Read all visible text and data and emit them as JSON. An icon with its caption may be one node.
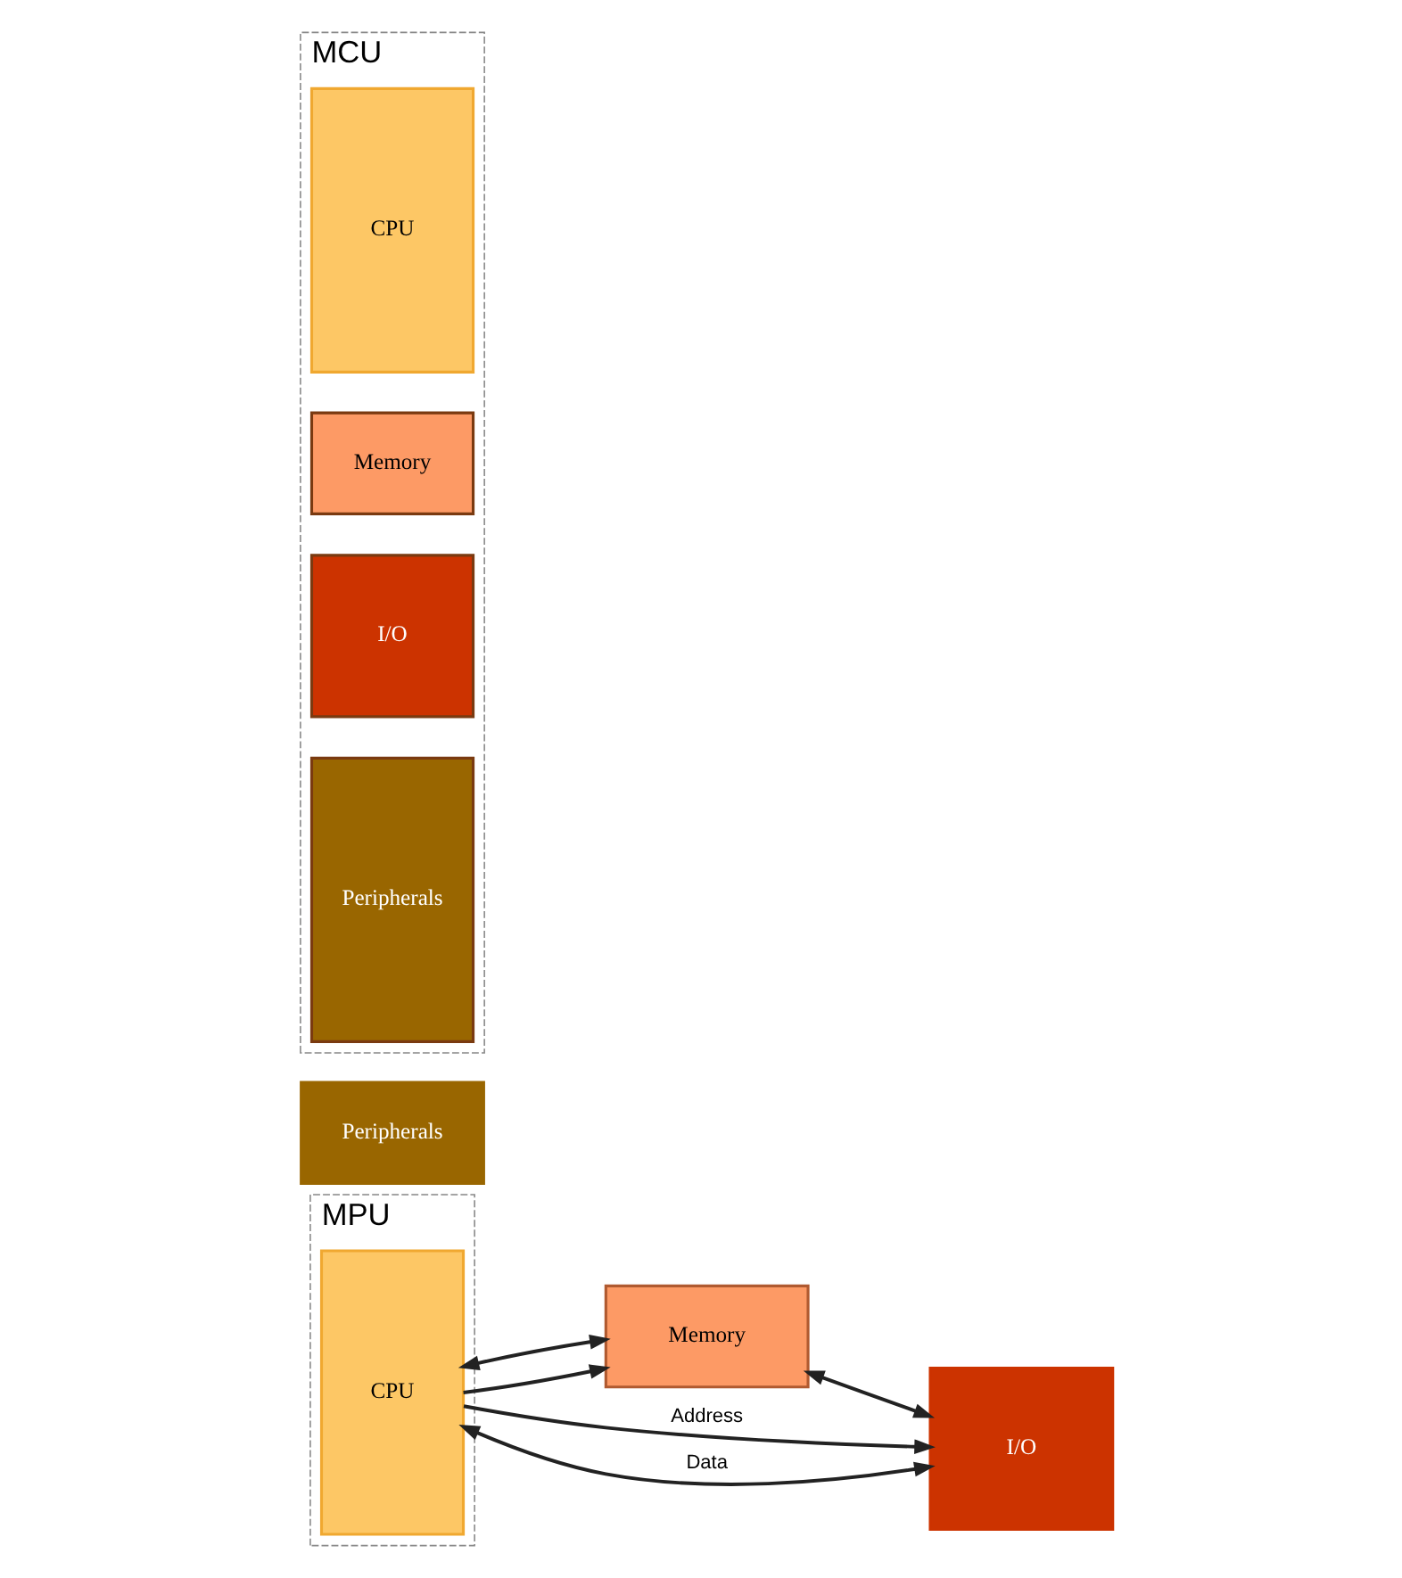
{
  "diagram": {
    "nodes": [
      {
        "text": [
          "MPU"
        ]
      },
      {
        "text": [
          "CPU"
        ],
        "in": 0
      },
      {
        "text": [
          "Memory"
        ]
      },
      {
        "text": [
          "Peripherals"
        ]
      },
      {
        "text": [
          "I/O"
        ]
      },
      {
        "text": [
          "MCU"
        ]
      },
      {
        "text": [
          "CPU"
        ],
        "in": 5
      },
      {
        "text": [
          "Memory"
        ],
        "in": 5
      },
      {
        "text": [
          "I/O"
        ],
        "in": 5
      },
      {
        "text": [
          "Peripherals"
        ],
        "in": 5
      }
    ],
    "edges": [
      {
        "from": 1,
        "to": 4,
        "arrow": "to",
        "label": "Address"
      },
      {
        "from": 1,
        "to": 2,
        "arrow": "to"
      },
      {
        "from": 1,
        "to": 4,
        "arrow": "both",
        "label": "Data"
      },
      {
        "from": 1,
        "to": 2,
        "arrow": "both"
      },
      {
        "from": 2,
        "to": 4,
        "arrow": "both"
      }
    ]
  }
}
